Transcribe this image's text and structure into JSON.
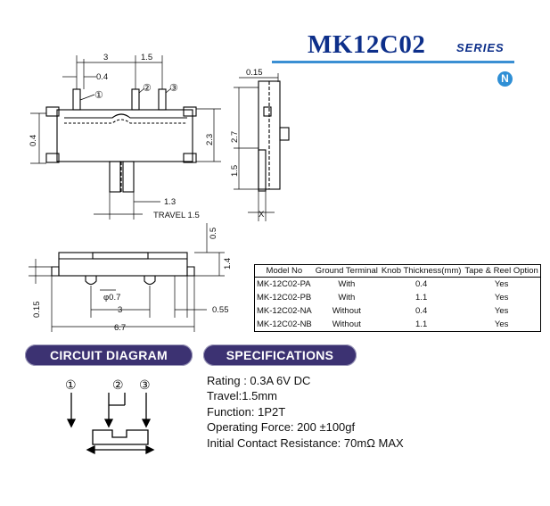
{
  "header": {
    "model": "MK12C02",
    "series": "SERIES",
    "badge": "N"
  },
  "drawing": {
    "top": {
      "dim_3": "3",
      "dim_1_5": "1.5",
      "dim_0_4": "0.4",
      "pin1": "①",
      "pin2": "②",
      "pin3": "③",
      "dim_0_4_left": "0.4",
      "dim_2_3": "2.3",
      "dim_1_3": "1.3",
      "travel": "TRAVEL 1.5"
    },
    "side": {
      "dim_0_15": "0.15",
      "dim_2_7": "2.7",
      "dim_1_5": "1.5",
      "dim_x": "X"
    },
    "front": {
      "dim_0_5": "0.5",
      "dim_1_4": "1.4",
      "dim_phi": "φ0.7",
      "dim_3": "3",
      "dim_0_55": "0.55",
      "dim_0_15": "0.15",
      "dim_6_7": "6.7"
    }
  },
  "model_table": {
    "headers": [
      "Model No",
      "Ground Terminal",
      "Knob Thickness(mm)",
      "Tape & Reel Option"
    ],
    "rows": [
      [
        "MK-12C02-PA",
        "With",
        "0.4",
        "Yes"
      ],
      [
        "MK-12C02-PB",
        "With",
        "1.1",
        "Yes"
      ],
      [
        "MK-12C02-NA",
        "Without",
        "0.4",
        "Yes"
      ],
      [
        "MK-12C02-NB",
        "Without",
        "1.1",
        "Yes"
      ]
    ]
  },
  "sections": {
    "circuit": "CIRCUIT DIAGRAM",
    "specs": "SPECIFICATIONS"
  },
  "circuit": {
    "pin1": "①",
    "pin2": "②",
    "pin3": "③"
  },
  "specifications": [
    "Rating : 0.3A 6V DC",
    "Travel:1.5mm",
    "Function: 1P2T",
    "Operating Force: 200 ±100gf",
    "Initial Contact Resistance: 70mΩ MAX"
  ]
}
